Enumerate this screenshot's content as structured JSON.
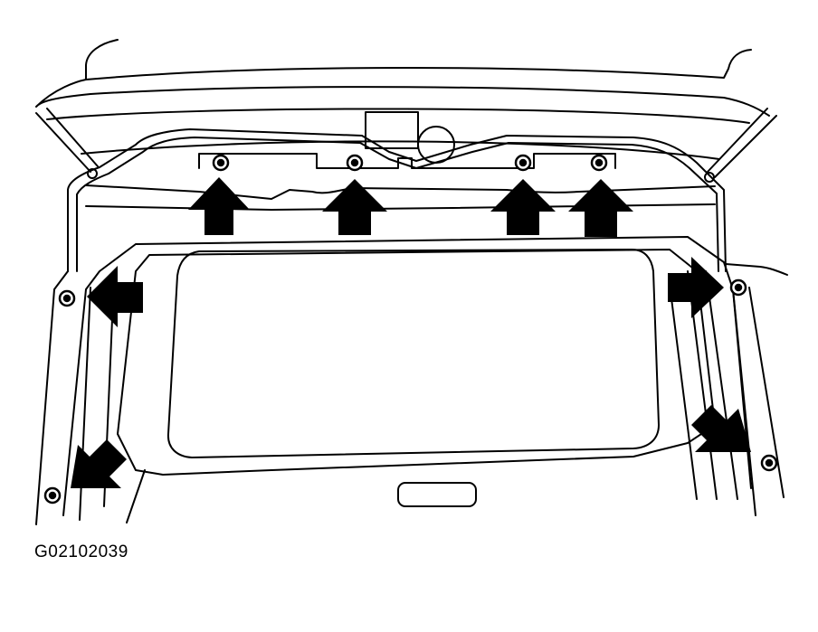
{
  "figure": {
    "id_label": "G02102039"
  },
  "colors": {
    "line": "#000000",
    "fill": "#ffffff",
    "arrow": "#000000"
  },
  "parts": {
    "fastener_count": 8,
    "arrow_count": 8,
    "arrow_directions": [
      "up",
      "up",
      "up",
      "up",
      "left",
      "right",
      "down-left",
      "down-right"
    ]
  }
}
